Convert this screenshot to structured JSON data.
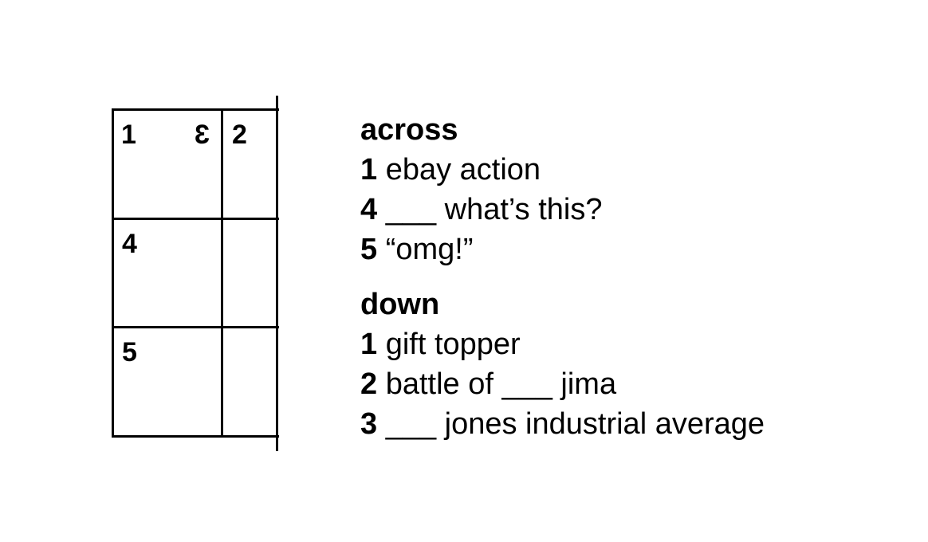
{
  "grid": {
    "numbers": {
      "n1": "1",
      "n3_mirrored": "3",
      "n2": "2",
      "n4": "4",
      "n5": "5"
    }
  },
  "clues": {
    "across": {
      "heading": "across",
      "items": [
        {
          "num": "1",
          "text": " ebay action"
        },
        {
          "num": "4",
          "text": " ___ what’s this?"
        },
        {
          "num": "5",
          "text": " “omg!”"
        }
      ]
    },
    "down": {
      "heading": "down",
      "items": [
        {
          "num": "1",
          "text": " gift topper"
        },
        {
          "num": "2",
          "text": " battle of ___ jima"
        },
        {
          "num": "3",
          "text": " ___ jones industrial average"
        }
      ]
    }
  }
}
